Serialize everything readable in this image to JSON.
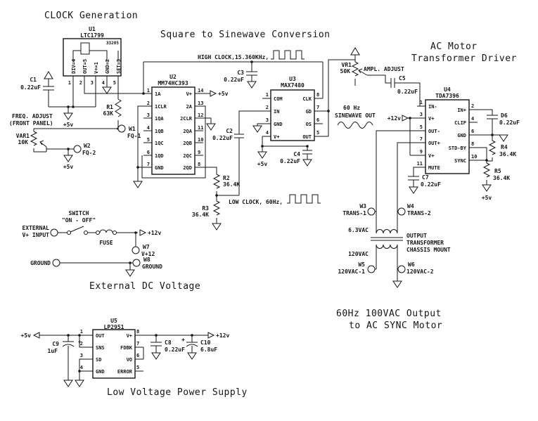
{
  "titles": {
    "clock": "CLOCK Generation",
    "square": "Square to Sinewave Conversion",
    "acm1": "AC Motor",
    "acm2": "Transformer Driver",
    "ext": "External DC Voltage",
    "out1": "60Hz 100VAC Output",
    "out2": "to AC SYNC Motor",
    "lv": "Low Voltage Power Supply"
  },
  "u1": {
    "ref": "U1",
    "part": "LTC1799",
    "marking": "33205",
    "pins": [
      "DIV=4",
      "OUT=5",
      "V+=1",
      "GND=2",
      "SET=3"
    ],
    "nums": [
      "1",
      "2",
      "3",
      "4",
      "5"
    ]
  },
  "u2": {
    "ref": "U2",
    "part": "MM74HC393",
    "lnum": [
      "1",
      "2",
      "3",
      "4",
      "5",
      "6",
      "7"
    ],
    "llab": [
      "1A",
      "1CLR",
      "1QA",
      "1QB",
      "1QC",
      "1QD",
      "GND"
    ],
    "rnum": [
      "14",
      "13",
      "12",
      "11",
      "10",
      "9",
      "8"
    ],
    "rlab": [
      "V+",
      "2A",
      "2CLR",
      "2QA",
      "2QB",
      "2QC",
      "2QD"
    ]
  },
  "u3": {
    "ref": "U3",
    "part": "MAX7480",
    "lnum": [
      "1",
      "2",
      "3",
      "4"
    ],
    "llab": [
      "COM",
      "IN",
      "GND",
      "V+"
    ],
    "rnum": [
      "8",
      "7",
      "6",
      "5"
    ],
    "rlab": [
      "CLK",
      "GD",
      "OS",
      "OUT"
    ]
  },
  "u4": {
    "ref": "U4",
    "part": "TDA7396",
    "lnum": [
      "1",
      "3",
      "5",
      "7",
      "9",
      "11"
    ],
    "llab": [
      "IN-",
      "V+",
      "OUT-",
      "OUT+",
      "V+",
      "MUTE"
    ],
    "rnum": [
      "2",
      "4",
      "6",
      "8",
      "10"
    ],
    "rlab": [
      "IN+",
      "CLIP",
      "GND",
      "STD-BY",
      "SYNC"
    ]
  },
  "u5": {
    "ref": "U5",
    "part": "LP2951",
    "lnum": [
      "1",
      "2",
      "3",
      "4"
    ],
    "llab": [
      "OUT",
      "SNS",
      "SD",
      "GND"
    ],
    "rnum": [
      "8",
      "7",
      "6",
      "5"
    ],
    "rlab": [
      "V+",
      "FDBK",
      "VO",
      "ERROR"
    ]
  },
  "c": {
    "c1": {
      "r": "C1",
      "v": "0.22uF"
    },
    "r1": {
      "r": "R1",
      "v": "63K"
    },
    "var1": {
      "r": "VAR1",
      "v": "10K"
    },
    "c2": {
      "r": "C2",
      "v": "0.22uF"
    },
    "c3": {
      "r": "C3",
      "v": "0.22uF"
    },
    "c4": {
      "r": "C4",
      "v": "0.22uF"
    },
    "r2": {
      "r": "R2",
      "v": "36.4K"
    },
    "r3": {
      "r": "R3",
      "v": "36.4K"
    },
    "vr1": {
      "r": "VR1",
      "v": "50K"
    },
    "c5": {
      "r": "C5",
      "v": "0.22uF"
    },
    "d6": {
      "r": "D6",
      "v": "0.22uF"
    },
    "c7": {
      "r": "C7",
      "v": "0.22uF"
    },
    "r4": {
      "r": "R4",
      "v": "36.4K"
    },
    "r5": {
      "r": "R5",
      "v": "36.4K"
    },
    "c8": {
      "r": "C8",
      "v": "0.22uF"
    },
    "c9": {
      "r": "C9",
      "v": "1uF"
    },
    "c10": {
      "r": "C10",
      "v": "6.8uF"
    }
  },
  "w": {
    "w1": {
      "n": "W1",
      "l": "FQ-1"
    },
    "w2": {
      "n": "W2",
      "l": "FQ-2"
    },
    "w3": {
      "n": "W3",
      "l": "TRANS-1"
    },
    "w4": {
      "n": "W4",
      "l": "TRANS-2"
    },
    "w5": {
      "n": "W5",
      "l": "120VAC-1"
    },
    "w6": {
      "n": "W6",
      "l": "120VAC-2"
    },
    "w7": {
      "n": "W7",
      "l": "V+12"
    },
    "w8": {
      "n": "W8",
      "l": "GROUND"
    }
  },
  "lb": {
    "p5v": "+5v",
    "p12v": "+12v",
    "plus": "+",
    "high": "HIGH CLOCK,15.360KHz,",
    "low": "LOW CLOCK, 60Hz,",
    "sine1": "60 Hz",
    "sine2": "SINEWAVE OUT",
    "ampl": "AMPL. ADJUST",
    "freq1": "FREQ. ADJUST",
    "freq2": "(FRONT PANEL)",
    "sw1": "SWITCH",
    "sw2": "\"ON - OFF\"",
    "ext1": "EXTERNAL",
    "ext2": "V+ INPUT",
    "fuse": "FUSE",
    "gnd": "GROUND",
    "x1": "OUTPUT",
    "x2": "TRANSFORMER",
    "x3": "CHASSIS MOUNT",
    "v63": "6.3VAC",
    "v120": "120VAC"
  }
}
